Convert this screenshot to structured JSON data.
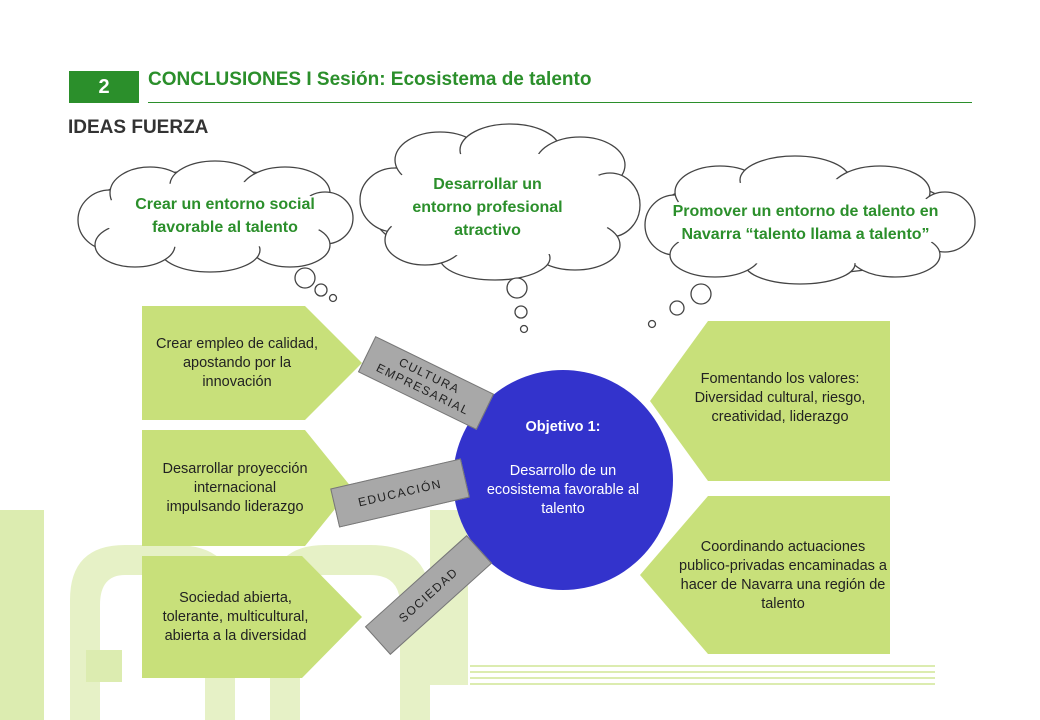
{
  "header": {
    "section_number": "2",
    "title": "CONCLUSIONES I Sesión: Ecosistema de talento",
    "subtitle": "IDEAS FUERZA"
  },
  "clouds": [
    {
      "text": "Crear un entorno social favorable al talento"
    },
    {
      "text": "Desarrollar un entorno profesional atractivo"
    },
    {
      "text": "Promover un entorno de talento en Navarra “talento llama a talento”"
    }
  ],
  "left_boxes": [
    {
      "text": "Crear empleo de calidad, apostando por la innovación"
    },
    {
      "text": "Desarrollar proyección internacional impulsando liderazgo"
    },
    {
      "text": "Sociedad abierta, tolerante, multicultural, abierta a la diversidad"
    }
  ],
  "tags": [
    {
      "text": "CULTURA EMPRESARIAL"
    },
    {
      "text": "EDUCACIÓN"
    },
    {
      "text": "SOCIEDAD"
    }
  ],
  "center": {
    "heading": "Objetivo 1:",
    "text": "Desarrollo de un ecosistema favorable al talento"
  },
  "right_boxes": [
    {
      "text": "Fomentando los valores: Diversidad cultural, riesgo, creatividad, liderazgo"
    },
    {
      "text": "Coordinando actuaciones publico-privadas encaminadas a hacer de Navarra una región de talento"
    }
  ],
  "colors": {
    "green": "#2b8f2b",
    "light_green": "#c8e07a",
    "watermark_green": "#dcecb0",
    "blue": "#3333cc",
    "tag_gray": "#a8a8a8"
  }
}
